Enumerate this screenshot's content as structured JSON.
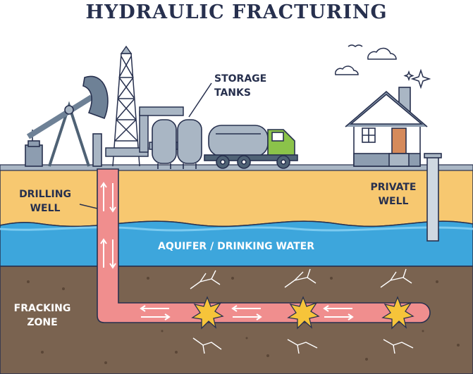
{
  "title": "HYDRAULIC FRACTURING",
  "labels": {
    "storage_tanks_line1": "STORAGE",
    "storage_tanks_line2": "TANKS",
    "drilling_well_line1": "DRILLING",
    "drilling_well_line2": "WELL",
    "private_well_line1": "PRIVATE",
    "private_well_line2": "WELL",
    "aquifer": "AQUIFER / DRINKING WATER",
    "fracking_zone_line1": "FRACKING",
    "fracking_zone_line2": "ZONE"
  },
  "colors": {
    "outline": "#27304e",
    "sky_ground_line": "#a9b6c4",
    "soil_top": "#f7c870",
    "aquifer": "#3da6dc",
    "rock": "#7a6350",
    "pipe": "#f08e8e",
    "fracture_burst": "#f6c43a",
    "truck_cab": "#8bc34a"
  }
}
